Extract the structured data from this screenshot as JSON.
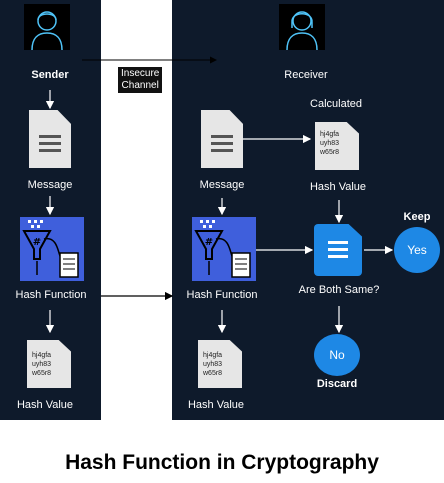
{
  "sender": {
    "label": "Sender",
    "message_label": "Message",
    "hash_function_label": "Hash Function",
    "hash_value_label": "Hash Value",
    "hash_text": [
      "hj4gfa",
      "uyh83",
      "w65r8"
    ]
  },
  "channel": {
    "line1": "Insecure",
    "line2": "Channel"
  },
  "receiver": {
    "label": "Receiver",
    "message_label": "Message",
    "hash_function_label": "Hash Function",
    "hash_value_label": "Hash Value",
    "calculated_label": "Calculated",
    "calculated_value_label": "Hash Value",
    "hash_text": [
      "hj4gfa",
      "uyh83",
      "w65r8"
    ],
    "calc_hash_text": [
      "hj4gfa",
      "uyh83",
      "w65r8"
    ],
    "compare_label": "Are Both Same?",
    "keep_label": "Keep",
    "yes_label": "Yes",
    "no_label": "No",
    "discard_label": "Discard"
  },
  "title": "Hash Function in Cryptography",
  "colors": {
    "panel": "#0e1a2b",
    "hash_box": "#3f5fdc",
    "decision": "#1e88e5"
  }
}
